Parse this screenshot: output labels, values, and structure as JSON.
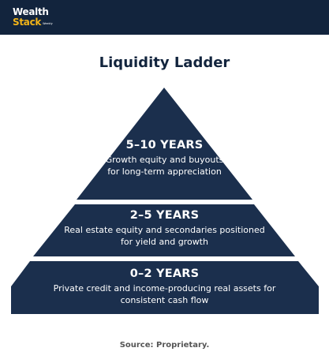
{
  "brand": {
    "line1": "Wealth",
    "line2": "Stack",
    "line3": "Weekly"
  },
  "title": "Liquidity Ladder",
  "tiers": [
    {
      "heading": "5–10 YEARS",
      "description": "Growth equity and buyouts for long-term appreciation"
    },
    {
      "heading": "2–5 YEARS",
      "description": "Real estate equity and secondaries positioned for yield and growth"
    },
    {
      "heading": "0–2 YEARS",
      "description": "Private credit and income-producing real assets for consistent cash flow"
    }
  ],
  "source": "Source: Proprietary.",
  "colors": {
    "header_bg": "#12243d",
    "tier_fill": "#1b2f4d",
    "accent": "#f2b418"
  }
}
